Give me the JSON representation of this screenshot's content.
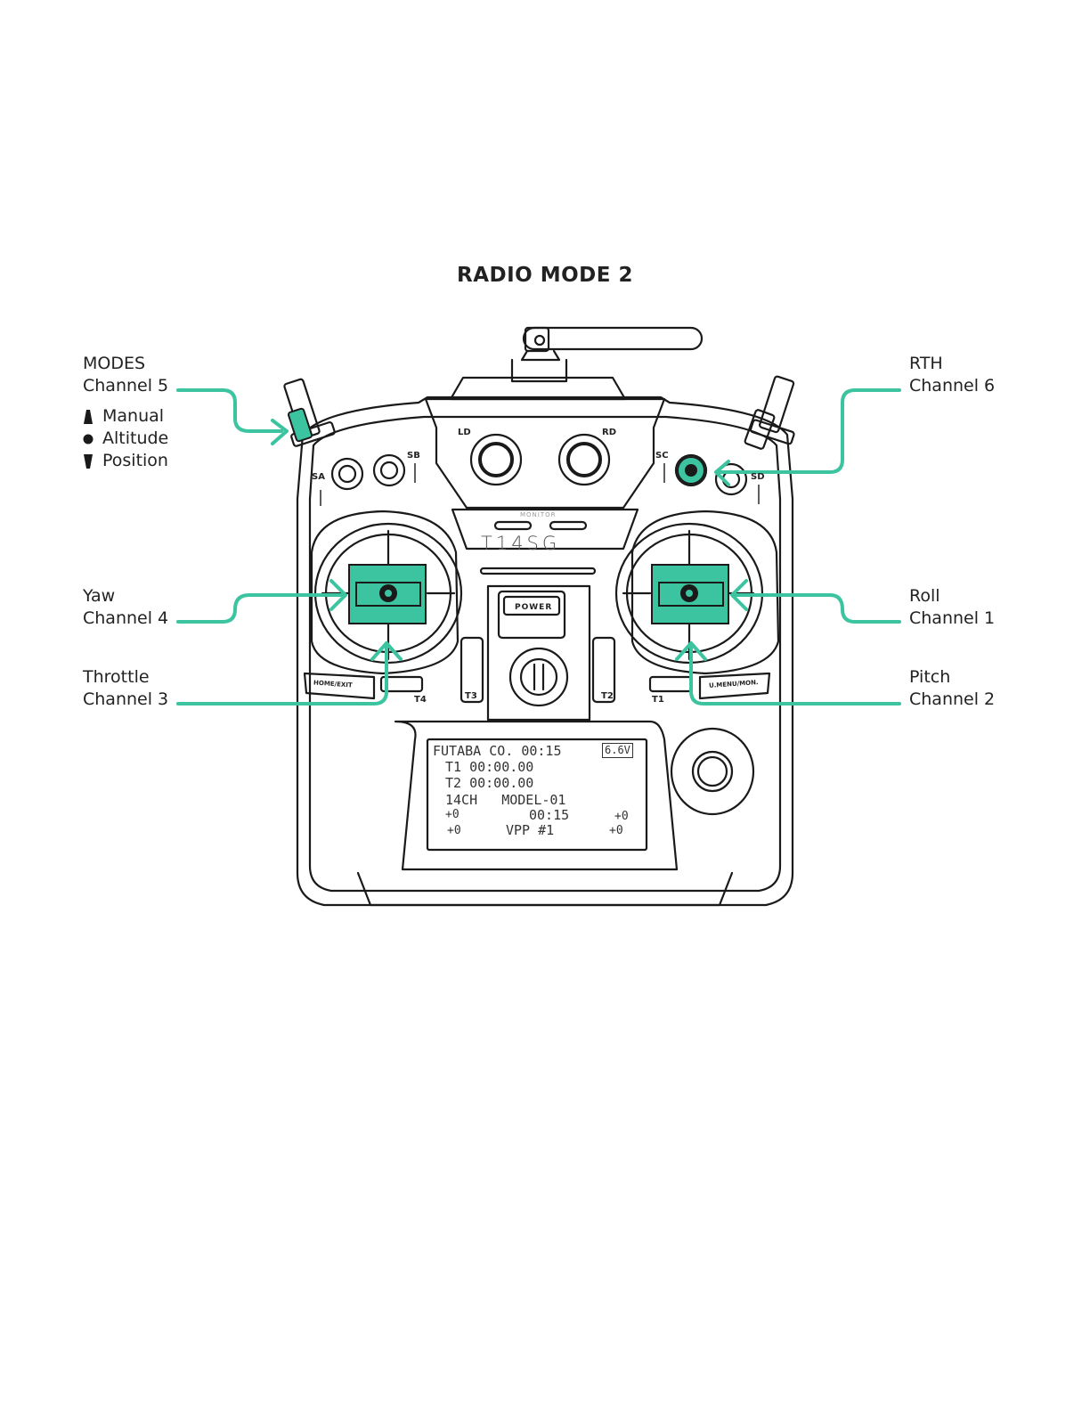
{
  "title": "RADIO MODE 2",
  "colors": {
    "accent": "#3cc4a0",
    "line": "#1a1a1a"
  },
  "labels": {
    "modes": {
      "name": "MODES",
      "channel": "Channel 5"
    },
    "rth": {
      "name": "RTH",
      "channel": "Channel 6"
    },
    "yaw": {
      "name": "Yaw",
      "channel": "Channel 4"
    },
    "roll": {
      "name": "Roll",
      "channel": "Channel 1"
    },
    "throttle": {
      "name": "Throttle",
      "channel": "Channel 3"
    },
    "pitch": {
      "name": "Pitch",
      "channel": "Channel 2"
    }
  },
  "modes_legend": [
    {
      "icon": "switch-up-icon",
      "label": "Manual"
    },
    {
      "icon": "switch-middle-icon",
      "label": "Altitude"
    },
    {
      "icon": "switch-down-icon",
      "label": "Position"
    }
  ],
  "radio": {
    "model_name": "T14SG",
    "monitor_label": "MONITOR",
    "power_label": "POWER",
    "switches": {
      "sa": "SA",
      "sb": "SB",
      "sc": "SC",
      "sd": "SD"
    },
    "knobs": {
      "ld": "LD",
      "rd": "RD"
    },
    "trims": {
      "t1": "T1",
      "t2": "T2",
      "t3": "T3",
      "t4": "T4"
    },
    "buttons": {
      "home": "HOME/EXIT",
      "menu": "U.MENU/MON."
    }
  },
  "lcd": {
    "line1": "FUTABA CO. 00:15",
    "voltage": "6.6V",
    "line2": "T1 00:00.00",
    "line3": "T2 00:00.00",
    "line4": "14CH   MODEL-01",
    "line5a": "+0",
    "line5b": "00:15",
    "line5c": "+0",
    "line6a": "+0",
    "line6b": "VPP #1",
    "line6c": "+0"
  }
}
